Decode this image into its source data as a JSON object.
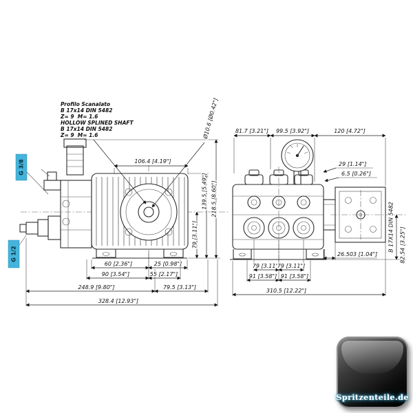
{
  "colors": {
    "line": "#2b2b2b",
    "dim_text": "#101010",
    "port_highlight": "#45b4dc",
    "logo_glow": "#2bb3e8"
  },
  "spline_note": [
    "Profilo Scanalato",
    "B 17x14 DIN 5482",
    "Z= 9  M= 1.6",
    "HOLLOW SPLINED SHAFT",
    "B 17x14 DIN 5482",
    "Z= 9  M= 1.6"
  ],
  "side_view": {
    "dim_top_width": "106.4 [4.19\"]",
    "dim_shaft_dia": "Ø10.6 [Ø0.42\"]",
    "dim_height_shaft": "79 [3.11\"]",
    "dim_height_body": "139.5 [5.49\"]",
    "dim_height_total": "218.5 [8.60\"]",
    "dim_60": "60 [2.36\"]",
    "dim_25": "25 [0.98\"]",
    "dim_90": "90 [3.54\"]",
    "dim_55": "55 [2.17\"]",
    "dim_248_9": "248.9 [9.80\"]",
    "dim_79_5": "79.5 [3.13\"]",
    "dim_total_length": "328.4 [12.93\"]",
    "port_top": "G 3/8",
    "port_bottom": "G 1/2"
  },
  "front_view": {
    "dim_81_7": "81.7 [3.21\"]",
    "dim_99_5": "99.5 [3.92\"]",
    "dim_120": "120 [4.72\"]",
    "dim_29": "29 [1.14\"]",
    "dim_6_5": "6.5 [0.26\"]",
    "dim_79_left": "79 [3.11\"]",
    "dim_79_right": "79 [3.11\"]",
    "dim_91_left": "91 [3.58\"]",
    "dim_91_right": "91 [3.58\"]",
    "dim_26_503": "26.503 [1.04\"]",
    "dim_310_5": "310.5 [12.22\"]",
    "dim_82_54": "82.54 [3.25\"]",
    "spline_shaft_label": "B 17X14 DIN 5482"
  },
  "logo": {
    "text": "Spritzenteile.de"
  }
}
